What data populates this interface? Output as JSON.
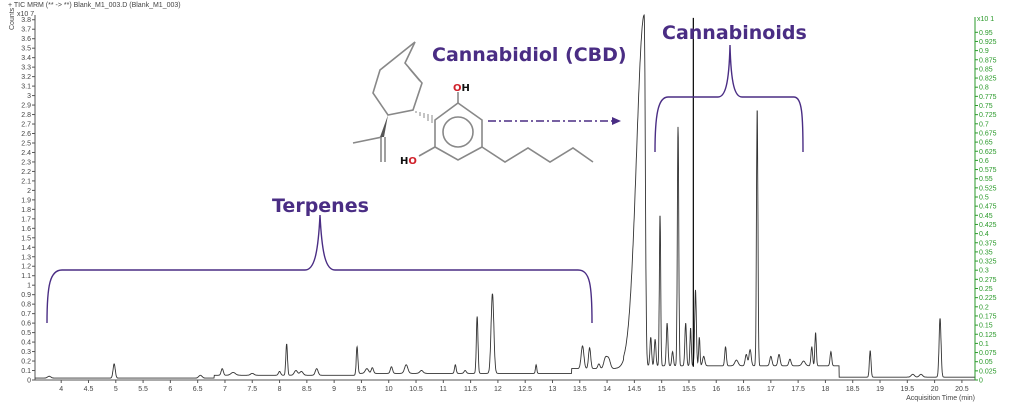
{
  "chart_data": {
    "type": "line",
    "title": "+ TIC MRM (** -> **) Blank_M1_003.D (Blank_M1_003)",
    "ylabel": "Counts",
    "y_multiplier": "x10 7",
    "y2_multiplier": "x10 1",
    "xlabel": "Acquisition Time (min)",
    "xlim": [
      3.52,
      20.74
    ],
    "ylim": [
      0,
      3.85
    ],
    "y2lim": [
      0,
      1.0
    ],
    "x_ticks": [
      "4",
      "4.5",
      "5",
      "5.5",
      "6",
      "6.5",
      "7",
      "7.5",
      "8",
      "8.5",
      "9",
      "9.5",
      "10",
      "10.5",
      "11",
      "11.5",
      "12",
      "12.5",
      "13",
      "13.5",
      "14",
      "14.5",
      "15",
      "15.5",
      "16",
      "16.5",
      "17",
      "17.5",
      "18",
      "18.5",
      "19",
      "19.5",
      "20",
      "20.5"
    ],
    "y_ticks": [
      "0",
      "0.1",
      "0.2",
      "0.3",
      "0.4",
      "0.5",
      "0.6",
      "0.7",
      "0.8",
      "0.9",
      "1",
      "1.1",
      "1.2",
      "1.3",
      "1.4",
      "1.5",
      "1.6",
      "1.7",
      "1.8",
      "1.9",
      "2",
      "2.1",
      "2.2",
      "2.3",
      "2.4",
      "2.5",
      "2.6",
      "2.7",
      "2.8",
      "2.9",
      "3",
      "3.1",
      "3.2",
      "3.3",
      "3.4",
      "3.5",
      "3.6",
      "3.7",
      "3.8"
    ],
    "y2_ticks": [
      "0",
      "0.025",
      "0.05",
      "0.075",
      "0.1",
      "0.125",
      "0.15",
      "0.175",
      "0.2",
      "0.225",
      "0.25",
      "0.275",
      "0.3",
      "0.325",
      "0.35",
      "0.375",
      "0.4",
      "0.425",
      "0.45",
      "0.475",
      "0.5",
      "0.525",
      "0.55",
      "0.575",
      "0.6",
      "0.625",
      "0.65",
      "0.675",
      "0.7",
      "0.725",
      "0.75",
      "0.775",
      "0.8",
      "0.825",
      "0.85",
      "0.875",
      "0.9",
      "0.925",
      "0.95"
    ],
    "grid": false,
    "colors": {
      "trace": "#333333",
      "marker_line": "#000000",
      "y2_axis": "#2a9a2a",
      "annotation": "#4a2d84",
      "oxygen": "#d0202a"
    },
    "baseline": [
      {
        "from": 3.52,
        "to": 6.8,
        "level": 0.02
      },
      {
        "from": 6.8,
        "to": 9.4,
        "level": 0.05
      },
      {
        "from": 9.4,
        "to": 13.35,
        "level": 0.07
      },
      {
        "from": 13.35,
        "to": 14.3,
        "level": 0.12
      },
      {
        "from": 14.3,
        "to": 18.25,
        "level": 0.15
      },
      {
        "from": 18.25,
        "to": 20.74,
        "level": 0.03
      }
    ],
    "peaks": [
      {
        "rt": 3.78,
        "h": 0.02,
        "w": 0.03
      },
      {
        "rt": 4.97,
        "h": 0.15,
        "w": 0.02
      },
      {
        "rt": 6.55,
        "h": 0.03,
        "w": 0.03
      },
      {
        "rt": 6.95,
        "h": 0.07,
        "w": 0.02
      },
      {
        "rt": 7.15,
        "h": 0.03,
        "w": 0.04
      },
      {
        "rt": 7.5,
        "h": 0.02,
        "w": 0.03
      },
      {
        "rt": 8.0,
        "h": 0.04,
        "w": 0.02
      },
      {
        "rt": 8.13,
        "h": 0.33,
        "w": 0.015
      },
      {
        "rt": 8.3,
        "h": 0.05,
        "w": 0.03
      },
      {
        "rt": 8.4,
        "h": 0.04,
        "w": 0.03
      },
      {
        "rt": 8.68,
        "h": 0.07,
        "w": 0.025
      },
      {
        "rt": 9.42,
        "h": 0.28,
        "w": 0.015
      },
      {
        "rt": 9.6,
        "h": 0.05,
        "w": 0.03
      },
      {
        "rt": 9.7,
        "h": 0.06,
        "w": 0.02
      },
      {
        "rt": 10.05,
        "h": 0.07,
        "w": 0.02
      },
      {
        "rt": 10.32,
        "h": 0.09,
        "w": 0.03
      },
      {
        "rt": 10.6,
        "h": 0.03,
        "w": 0.03
      },
      {
        "rt": 11.22,
        "h": 0.09,
        "w": 0.015
      },
      {
        "rt": 11.4,
        "h": 0.03,
        "w": 0.02
      },
      {
        "rt": 11.62,
        "h": 0.6,
        "w": 0.015
      },
      {
        "rt": 11.9,
        "h": 0.84,
        "w": 0.025
      },
      {
        "rt": 12.7,
        "h": 0.09,
        "w": 0.012
      },
      {
        "rt": 13.55,
        "h": 0.24,
        "w": 0.025
      },
      {
        "rt": 13.68,
        "h": 0.22,
        "w": 0.02
      },
      {
        "rt": 13.85,
        "h": 0.05,
        "w": 0.02
      },
      {
        "rt": 13.97,
        "h": 0.11,
        "w": 0.03
      },
      {
        "rt": 14.03,
        "h": 0.1,
        "w": 0.03
      },
      {
        "rt": 14.68,
        "h": 3.7,
        "wl": 0.14,
        "wr": 0.02
      },
      {
        "rt": 14.8,
        "h": 0.3,
        "w": 0.015
      },
      {
        "rt": 14.88,
        "h": 0.28,
        "w": 0.015
      },
      {
        "rt": 14.97,
        "h": 1.6,
        "w": 0.012
      },
      {
        "rt": 15.1,
        "h": 0.45,
        "w": 0.015
      },
      {
        "rt": 15.2,
        "h": 0.15,
        "w": 0.015
      },
      {
        "rt": 15.3,
        "h": 2.52,
        "w": 0.013
      },
      {
        "rt": 15.44,
        "h": 0.45,
        "w": 0.015
      },
      {
        "rt": 15.53,
        "h": 0.4,
        "w": 0.012
      },
      {
        "rt": 15.62,
        "h": 0.8,
        "w": 0.015
      },
      {
        "rt": 15.69,
        "h": 0.3,
        "w": 0.012
      },
      {
        "rt": 15.77,
        "h": 0.1,
        "w": 0.02
      },
      {
        "rt": 16.17,
        "h": 0.2,
        "w": 0.015
      },
      {
        "rt": 16.37,
        "h": 0.06,
        "w": 0.03
      },
      {
        "rt": 16.55,
        "h": 0.12,
        "w": 0.02
      },
      {
        "rt": 16.62,
        "h": 0.17,
        "w": 0.02
      },
      {
        "rt": 16.75,
        "h": 2.72,
        "w": 0.013
      },
      {
        "rt": 17.0,
        "h": 0.1,
        "w": 0.02
      },
      {
        "rt": 17.15,
        "h": 0.12,
        "w": 0.02
      },
      {
        "rt": 17.35,
        "h": 0.07,
        "w": 0.02
      },
      {
        "rt": 17.6,
        "h": 0.05,
        "w": 0.03
      },
      {
        "rt": 17.75,
        "h": 0.2,
        "w": 0.015
      },
      {
        "rt": 17.82,
        "h": 0.35,
        "w": 0.013
      },
      {
        "rt": 18.1,
        "h": 0.15,
        "w": 0.015
      },
      {
        "rt": 18.82,
        "h": 0.28,
        "w": 0.015
      },
      {
        "rt": 19.6,
        "h": 0.03,
        "w": 0.03
      },
      {
        "rt": 19.75,
        "h": 0.03,
        "w": 0.03
      },
      {
        "rt": 20.1,
        "h": 0.62,
        "w": 0.018
      }
    ],
    "marker_line": {
      "rt": 15.58,
      "from": 0.14,
      "to": 3.82
    }
  },
  "annotations": {
    "terpenes": "Terpenes",
    "cbd": "Cannabidiol (CBD)",
    "cannabinoids": "Cannabinoids",
    "oh_top": "OH",
    "ho_left": "HO"
  }
}
